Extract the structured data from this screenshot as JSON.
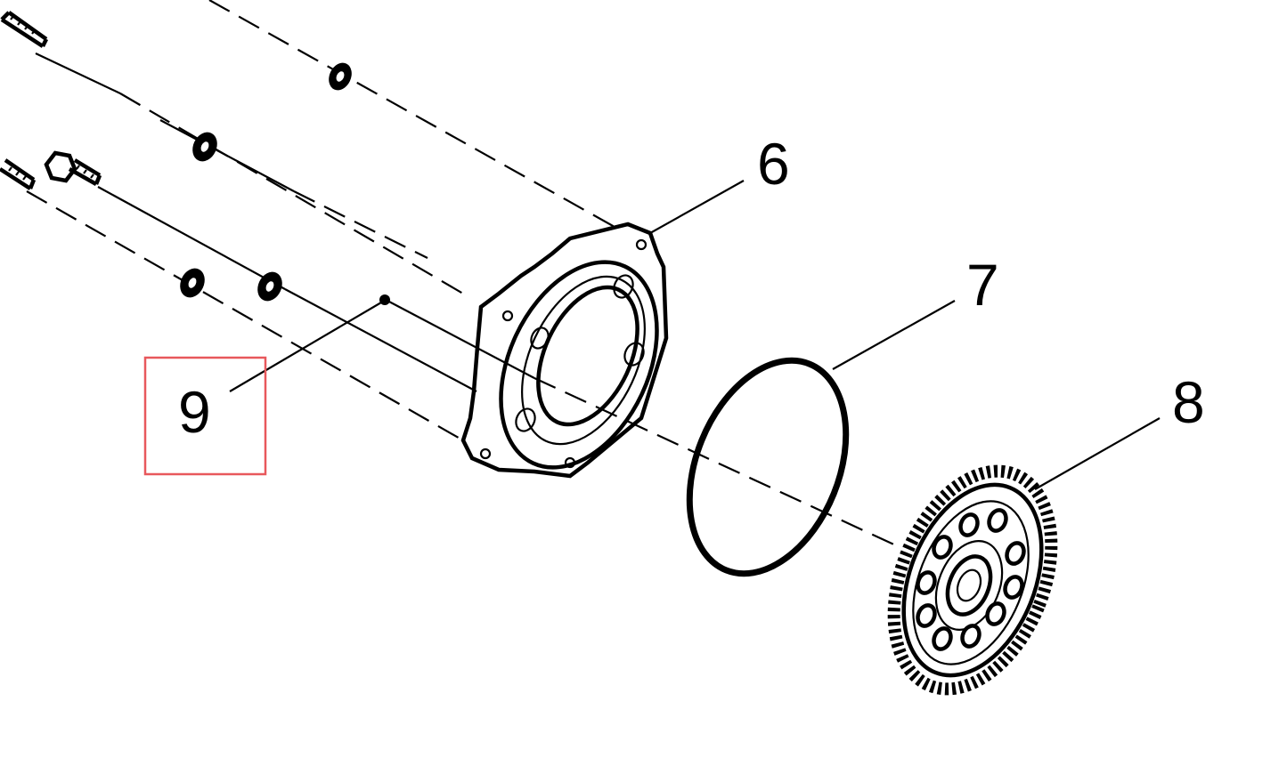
{
  "callouts": {
    "part_6": "6",
    "part_7": "7",
    "part_8": "8",
    "part_9": "9"
  },
  "highlight_color": "#e8585c",
  "highlighted_part": "9"
}
